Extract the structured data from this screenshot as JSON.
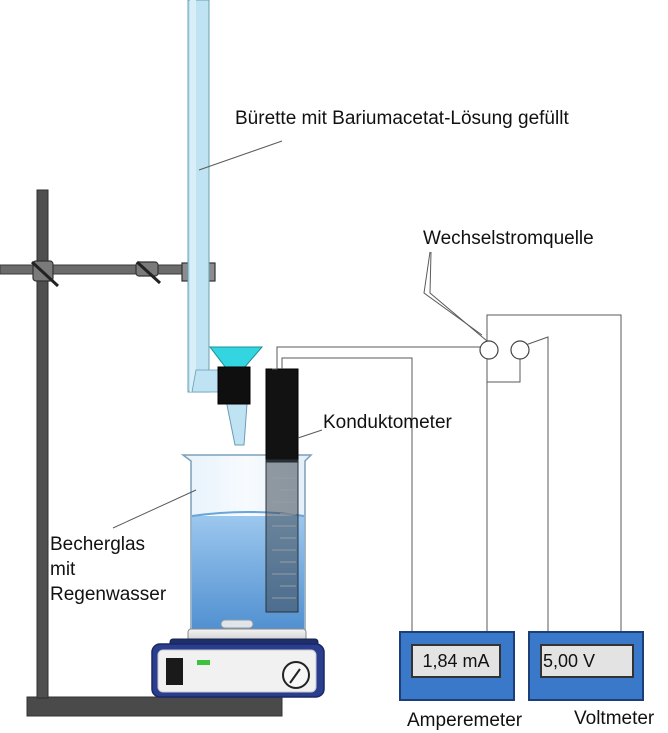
{
  "labels": {
    "burette": "Bürette mit Bariumacetat-Lösung gefüllt",
    "power_source": "Wechselstromquelle",
    "conductometer": "Konduktometer",
    "beaker_line1": "Becherglas",
    "beaker_line2": "mit",
    "beaker_line3": "Regenwasser",
    "ammeter": "Amperemeter",
    "voltmeter": "Voltmeter"
  },
  "readings": {
    "ammeter": "1,84 mA",
    "voltmeter": "5,00 V"
  },
  "colors": {
    "meter_body": "#3a78c9",
    "meter_border": "#1c3f7a",
    "liquid": "#7fb4e6",
    "burette_glass": "#bfe3f3",
    "funnel": "#33d6e0",
    "stand": "#555555",
    "stirrer_indicator": "#3ec13e"
  },
  "icons": {
    "stand": "lab-stand",
    "clamp": "burette-clamp",
    "stirrer": "magnetic-stirrer",
    "knob": "dial-knob"
  }
}
